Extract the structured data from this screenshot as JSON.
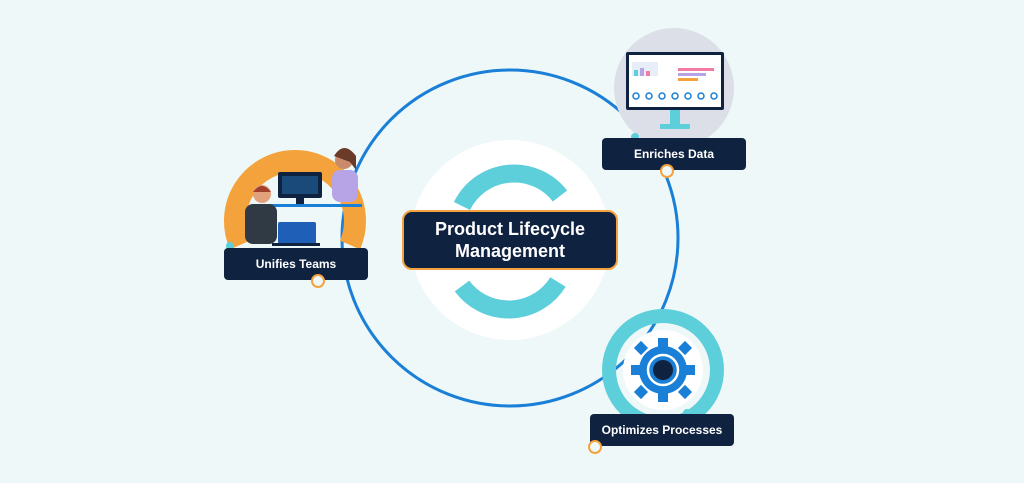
{
  "center": {
    "line1": "Product Lifecycle",
    "line2": "Management"
  },
  "nodes": {
    "enriches": {
      "label": "Enriches Data"
    },
    "unifies": {
      "label": "Unifies Teams"
    },
    "optimizes": {
      "label": "Optimizes Processes"
    }
  },
  "colors": {
    "background": "#eef8f8",
    "navy": "#0f2240",
    "orange": "#f4a23c",
    "teal": "#5ccfda",
    "blue": "#1a7fd6"
  }
}
